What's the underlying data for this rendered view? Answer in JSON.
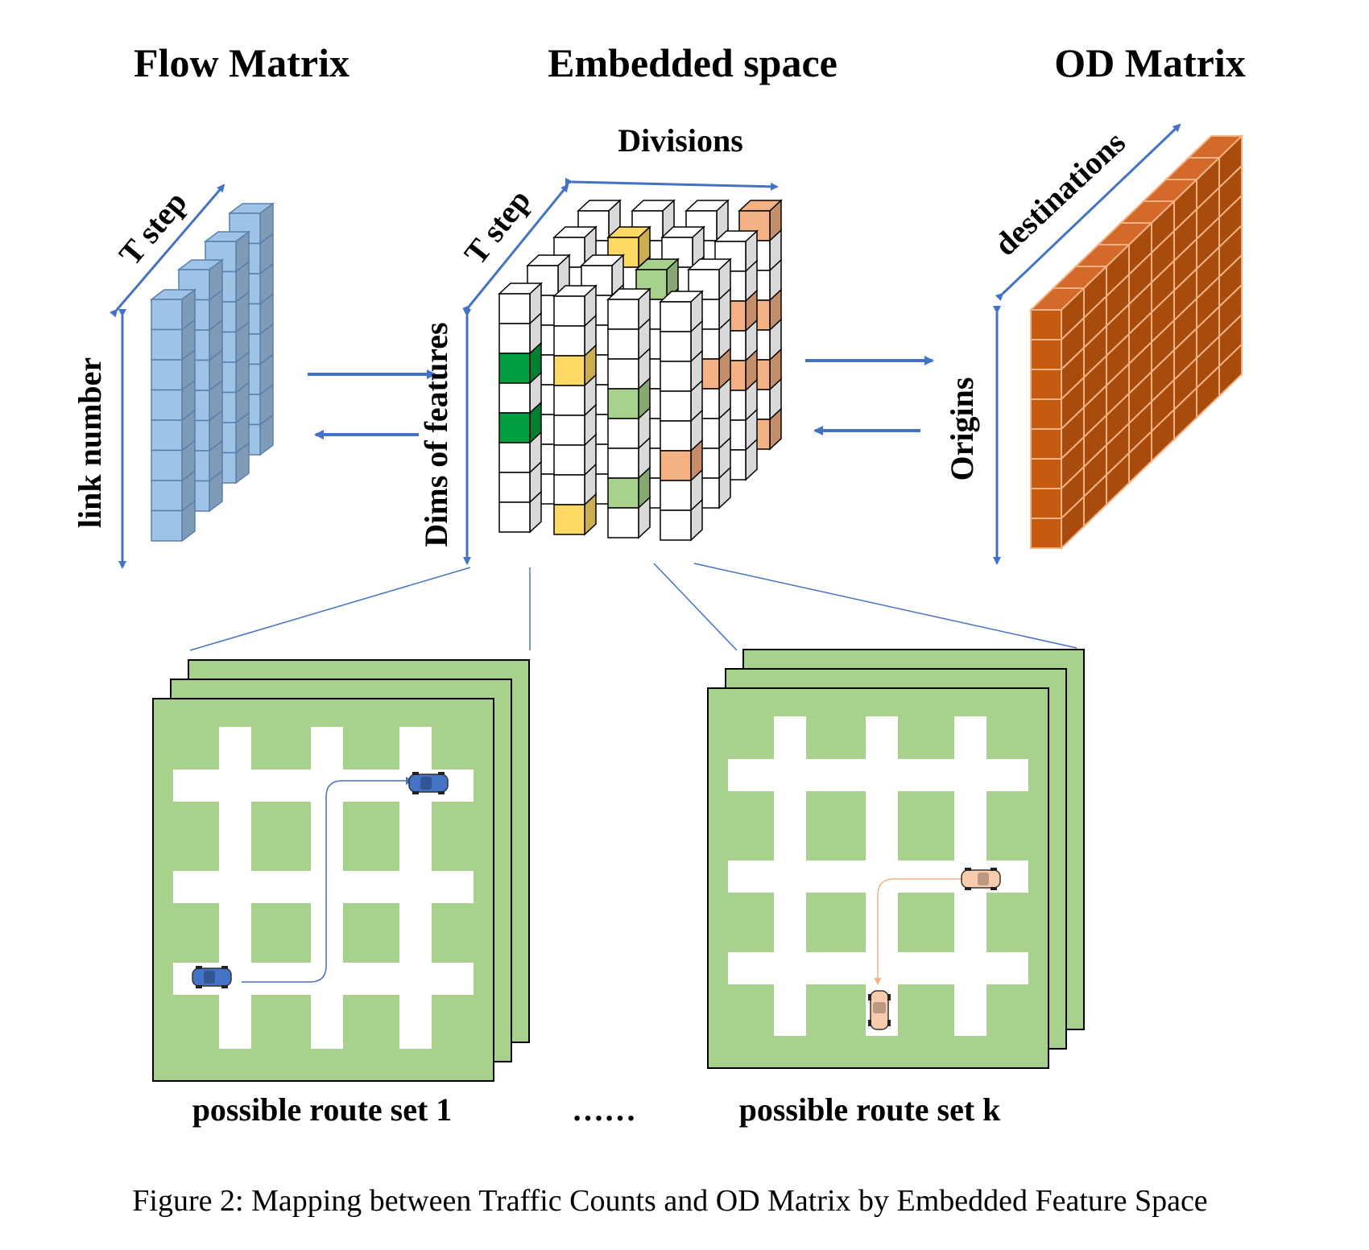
{
  "titles": {
    "flow_matrix": "Flow Matrix",
    "embedded_space": "Embedded space",
    "od_matrix": "OD Matrix"
  },
  "flow_matrix": {
    "link_number_label": "link number",
    "t_step_label": "T step"
  },
  "embedded_space": {
    "divisions_label": "Divisions",
    "t_step_label": "T step",
    "dims_label": "Dims of features"
  },
  "od_matrix": {
    "destinations_label": "destinations",
    "origins_label": "Origins"
  },
  "route_sets": {
    "set1_label": "possible route set 1",
    "ellipsis": "……",
    "setk_label": "possible route set k"
  },
  "caption": "Figure 2: Mapping between Traffic Counts and OD Matrix by Embedded Feature Space",
  "colors": {
    "flow_blue": "#9dc3e6",
    "flow_blue_side": "#7fa3c9",
    "arrow_blue": "#4472c4",
    "od_orange": "#c55a11",
    "od_orange_light": "#f4b183",
    "map_green": "#a9d18e",
    "cell_green_dark": "#00a040",
    "cell_green_light": "#a9d18e",
    "cell_yellow": "#ffd966",
    "cell_salmon": "#f4b183",
    "car_blue": "#4472c4",
    "car_orange": "#f8cbad"
  }
}
